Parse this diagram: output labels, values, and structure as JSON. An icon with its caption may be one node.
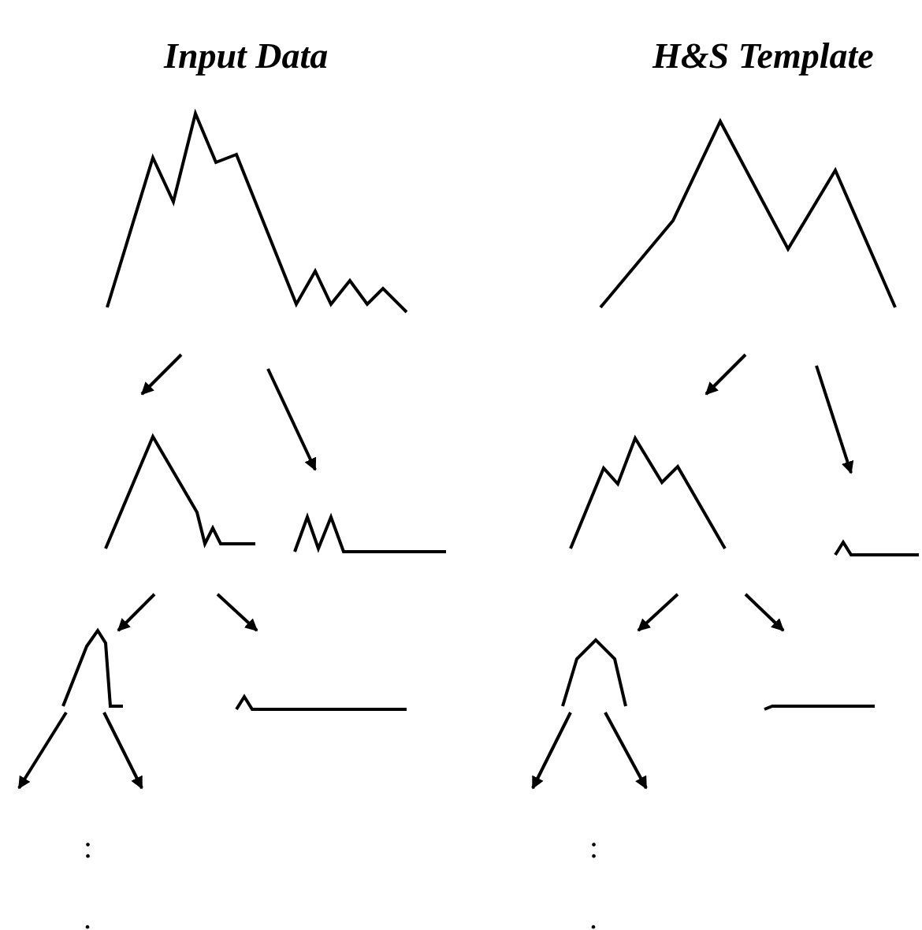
{
  "diagram": {
    "nodes": [
      {
        "text": [],
        "shape": "picture"
      },
      {
        "text": [],
        "shape": "picture"
      },
      {
        "text": [],
        "shape": "picture"
      },
      {
        "text": [],
        "shape": "picture"
      },
      {
        "text": [],
        "shape": "picture"
      },
      {
        "text": [],
        "shape": "picture"
      },
      {
        "text": [],
        "shape": "picture"
      },
      {
        "text": [],
        "shape": "picture"
      },
      {
        "text": [],
        "shape": "picture"
      },
      {
        "text": [],
        "shape": "picture"
      }
    ],
    "edges": [
      {
        "from": 0,
        "to": 1,
        "arrow": "to"
      },
      {
        "from": 0,
        "to": 2,
        "arrow": "to"
      },
      {
        "from": 1,
        "to": 3,
        "arrow": "to"
      },
      {
        "from": 1,
        "to": 4,
        "arrow": "to"
      },
      {
        "from": 3,
        "to": null,
        "arrow": "to"
      },
      {
        "from": 3,
        "to": null,
        "arrow": "to"
      },
      {
        "from": 5,
        "to": 6,
        "arrow": "to"
      },
      {
        "from": 5,
        "to": 7,
        "arrow": "to"
      },
      {
        "from": 6,
        "to": 8,
        "arrow": "to"
      },
      {
        "from": 6,
        "to": 9,
        "arrow": "to"
      },
      {
        "from": 8,
        "to": null,
        "arrow": "to"
      },
      {
        "from": 8,
        "to": null,
        "arrow": "to"
      }
    ],
    "labels": [
      "Input Data",
      "H&S Template",
      ":",
      ":",
      ".",
      "."
    ]
  }
}
